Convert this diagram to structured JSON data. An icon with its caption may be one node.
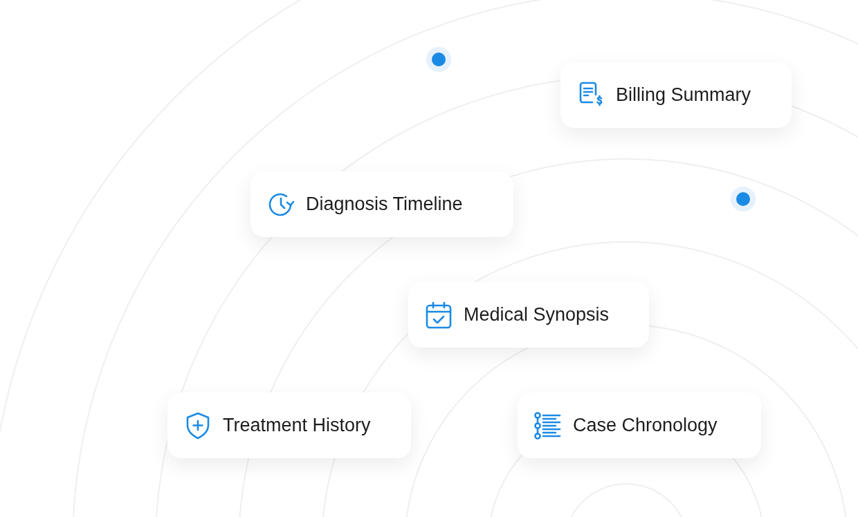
{
  "diagram": {
    "nodes": [
      {
        "text": [
          "Billing Summary"
        ]
      },
      {
        "text": [
          "Diagnosis Timeline"
        ]
      },
      {
        "text": [
          "Medical Synopsis"
        ]
      },
      {
        "text": [
          "Treatment History"
        ]
      },
      {
        "text": [
          "Case Chronology"
        ]
      }
    ]
  }
}
